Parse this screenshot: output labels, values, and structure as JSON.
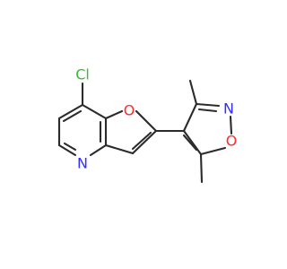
{
  "molecule": {
    "atoms": {
      "chlorine": "Cl",
      "furan_oxygen": "O",
      "pyridine_nitrogen": "N",
      "isoxazole_nitrogen": "N",
      "isoxazole_oxygen": "O"
    },
    "colors": {
      "bond": "#2b2b2b",
      "chlorine": "#3bb83b",
      "oxygen": "#ff2a2a",
      "nitrogen": "#2f2fff"
    }
  }
}
